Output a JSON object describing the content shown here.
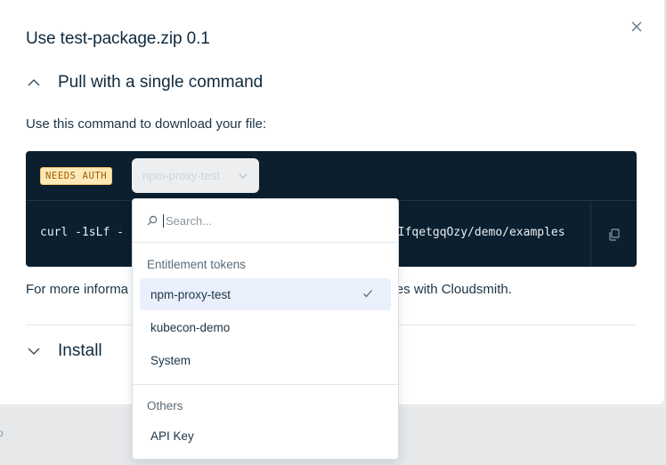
{
  "modal": {
    "title": "Use test-package.zip 0.1",
    "pull_section": {
      "label": "Pull with a single command",
      "instruction": "Use this command to download your file:",
      "auth_badge": "NEEDS AUTH",
      "selected_token": "npm-proxy-test",
      "command_visible_left": "curl -1sLf -",
      "command_visible_right": "jIfqetgqOzy/demo/examples",
      "more_info_left": "For more informa",
      "more_info_right": "files with Cloudsmith."
    },
    "install_section": {
      "label": "Install"
    }
  },
  "dropdown": {
    "search_placeholder": "Search...",
    "groups": [
      {
        "label": "Entitlement tokens",
        "items": [
          "npm-proxy-test",
          "kubecon-demo",
          "System"
        ]
      },
      {
        "label": "Others",
        "items": [
          "API Key"
        ]
      }
    ]
  },
  "backdrop_text": "o",
  "colors": {
    "accent": "#eaf0fb",
    "code_bg": "#0b1f2e",
    "badge_bg": "#fde9b8",
    "badge_text": "#a35a00"
  },
  "icons": {
    "close": "close-icon",
    "collapse": "chevron-up-icon",
    "expand": "chevron-down-icon",
    "search": "search-icon",
    "copy": "copy-icon",
    "selected": "check-icon"
  }
}
